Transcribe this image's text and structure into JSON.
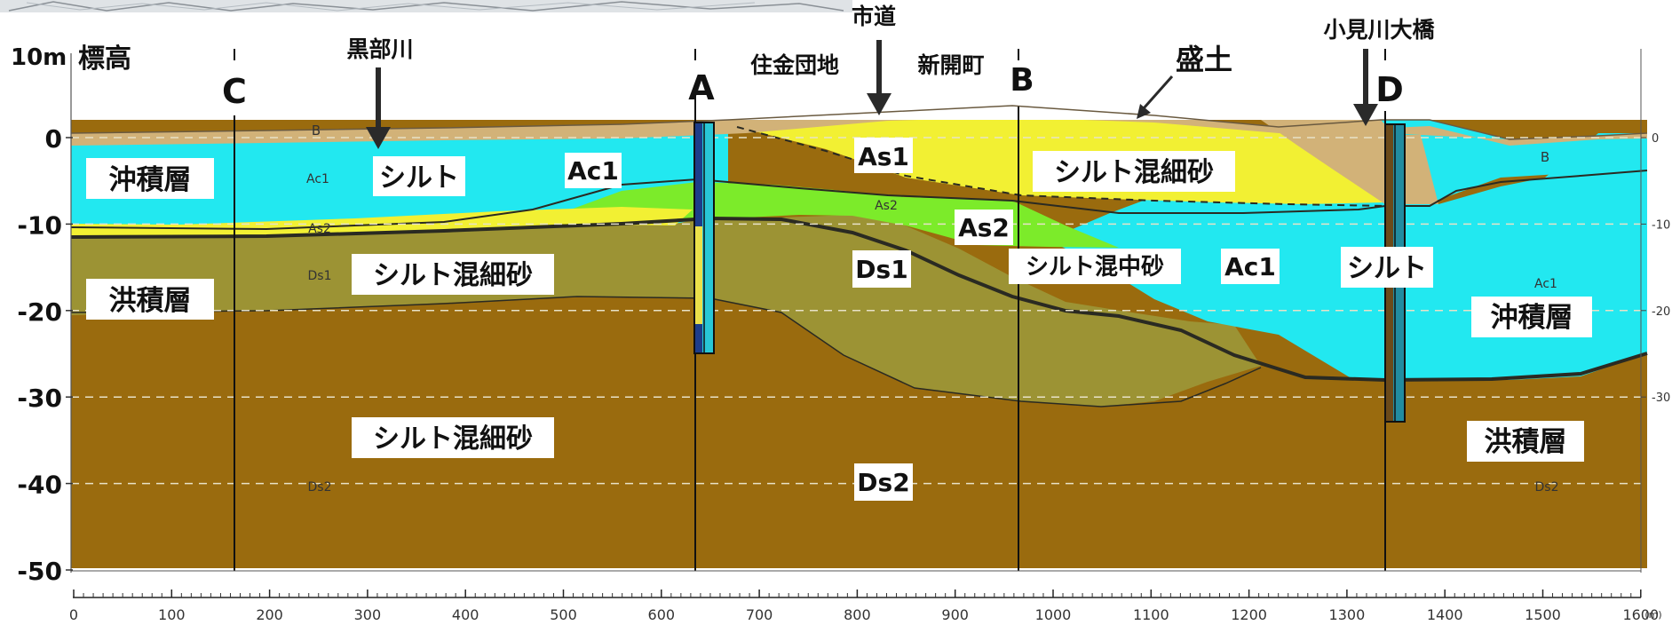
{
  "elevation_axis": {
    "unit_label": "10m",
    "title": "標高",
    "ticks": [
      "0",
      "-10",
      "-20",
      "-30",
      "-40",
      "-50"
    ]
  },
  "distance_axis": {
    "ticks": [
      "0",
      "100",
      "200",
      "300",
      "400",
      "500",
      "600",
      "700",
      "800",
      "900",
      "1000",
      "1100",
      "1200",
      "1300",
      "1400",
      "1500",
      "1600"
    ],
    "unit": "(m)"
  },
  "right_ticks": [
    "0",
    "-10",
    "-20",
    "-30"
  ],
  "sections": [
    "C",
    "A",
    "B",
    "D"
  ],
  "landmarks": {
    "kurobe_river": "黒部川",
    "city_road": "市道",
    "housing": "住金団地",
    "shinkai": "新開町",
    "fill": "盛土",
    "bridge": "小見川大橋"
  },
  "layers": {
    "alluvium": "沖積層",
    "diluvium": "洪積層",
    "silt": "シルト",
    "silty_fine_sand": "シルト混細砂",
    "silty_medium_sand": "シルト混中砂",
    "ac1": "Ac1",
    "as1": "As1",
    "as2": "As2",
    "ds1": "Ds1",
    "ds2": "Ds2"
  },
  "small_codes": {
    "b": "B",
    "ac1": "Ac1",
    "as2": "As2",
    "ds1": "Ds1",
    "ds2": "Ds2"
  },
  "colors": {
    "ds2": "#9a6b0e",
    "ds1": "#9c9334",
    "alluvium": "#22e8f0",
    "as1": "#f2f033",
    "as2": "#7ceb2a",
    "fill": "#d2b278",
    "boundary": "#2a2a22"
  }
}
